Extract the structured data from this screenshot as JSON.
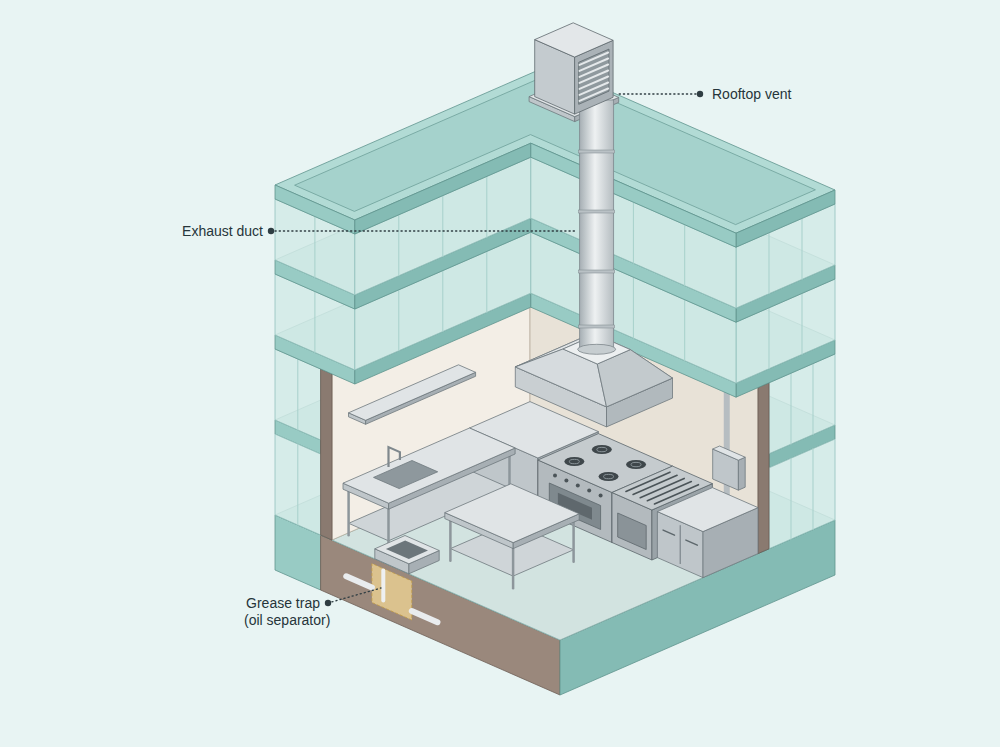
{
  "diagram": {
    "labels": [
      "Rooftop vent",
      "Exhaust duct",
      "Grease trap",
      "(oil separator)"
    ]
  }
}
